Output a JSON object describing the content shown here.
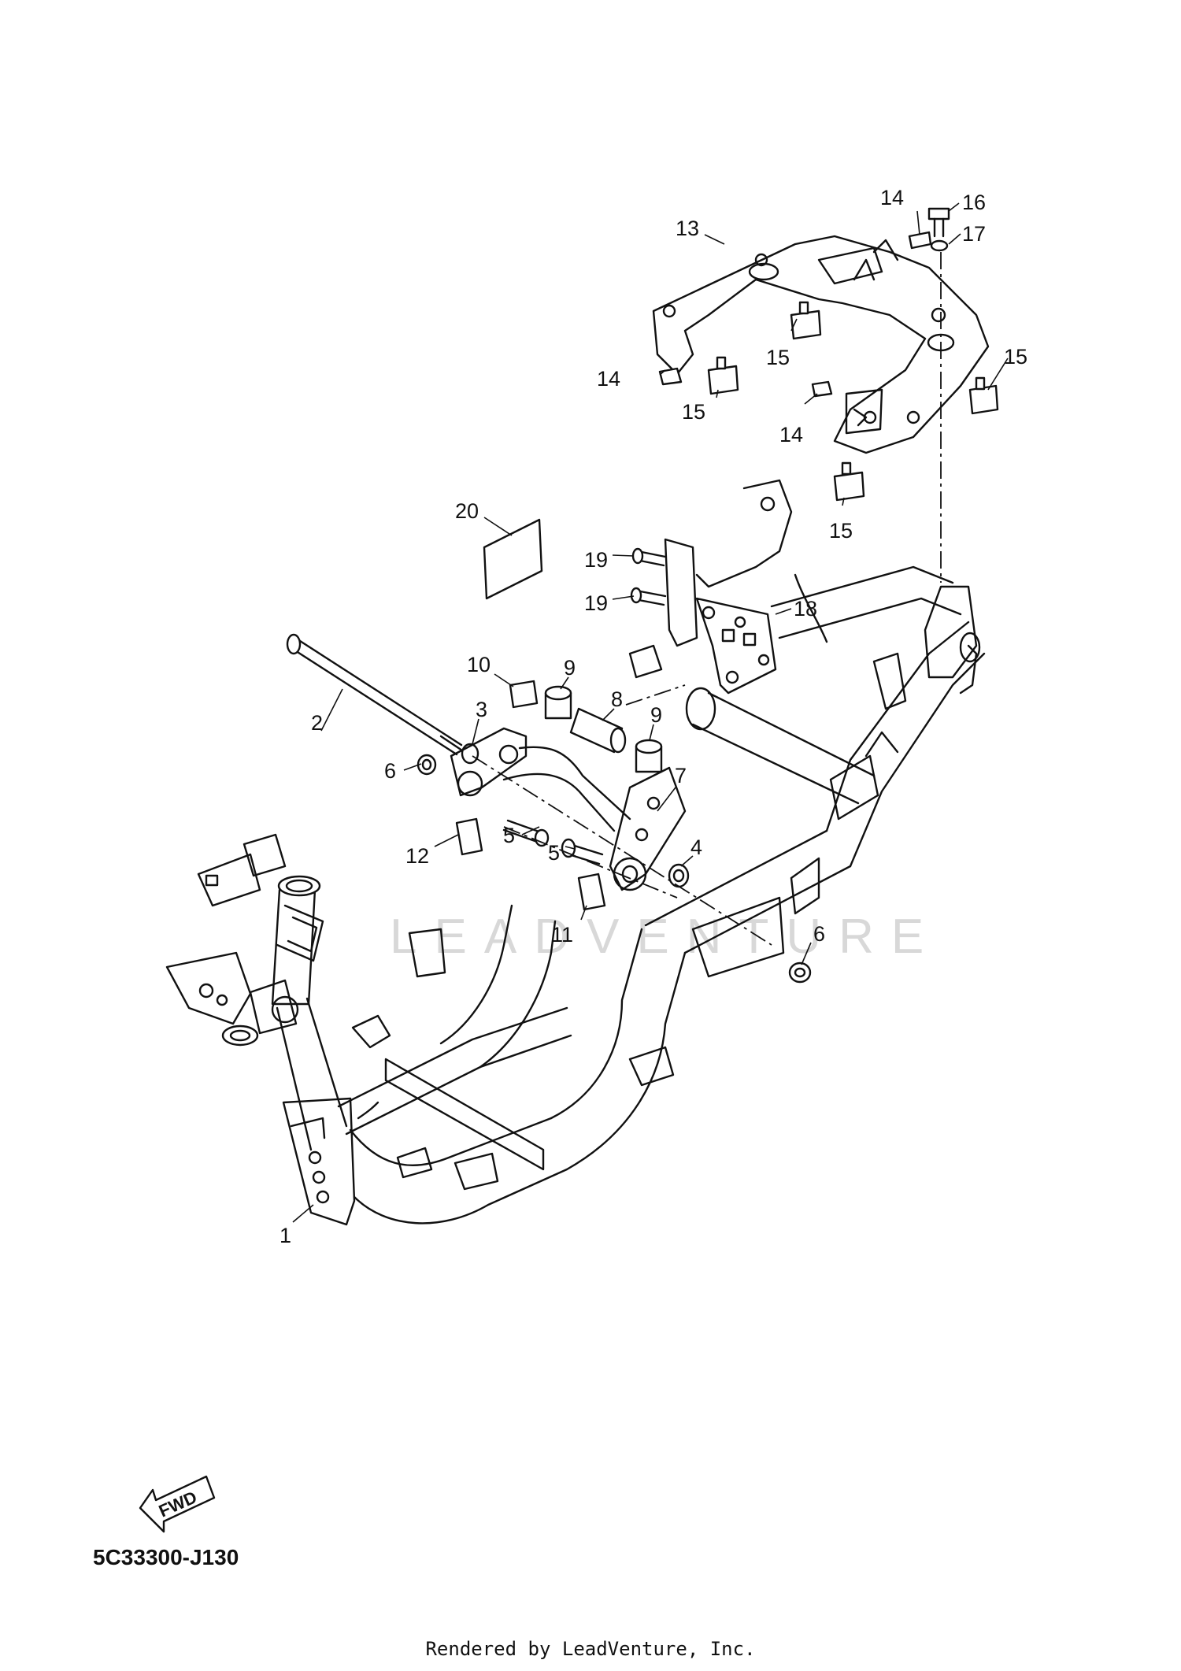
{
  "diagram": {
    "watermark": "LEADVENTURE",
    "fwd_label": "FWD",
    "diagram_code": "5C33300-J130",
    "footer": "Rendered by LeadVenture, Inc."
  },
  "callouts": {
    "c1": "1",
    "c2": "2",
    "c3": "3",
    "c4": "4",
    "c5a": "5",
    "c5b": "5",
    "c6a": "6",
    "c6b": "6",
    "c7": "7",
    "c8": "8",
    "c9a": "9",
    "c9b": "9",
    "c10": "10",
    "c11": "11",
    "c12": "12",
    "c13": "13",
    "c14a": "14",
    "c14b": "14",
    "c14c": "14",
    "c15a": "15",
    "c15b": "15",
    "c15c": "15",
    "c15d": "15",
    "c16": "16",
    "c17": "17",
    "c18": "18",
    "c19a": "19",
    "c19b": "19",
    "c20": "20"
  },
  "colors": {
    "ink": "#111111",
    "watermark": "#d8d8d8",
    "background": "#ffffff"
  }
}
